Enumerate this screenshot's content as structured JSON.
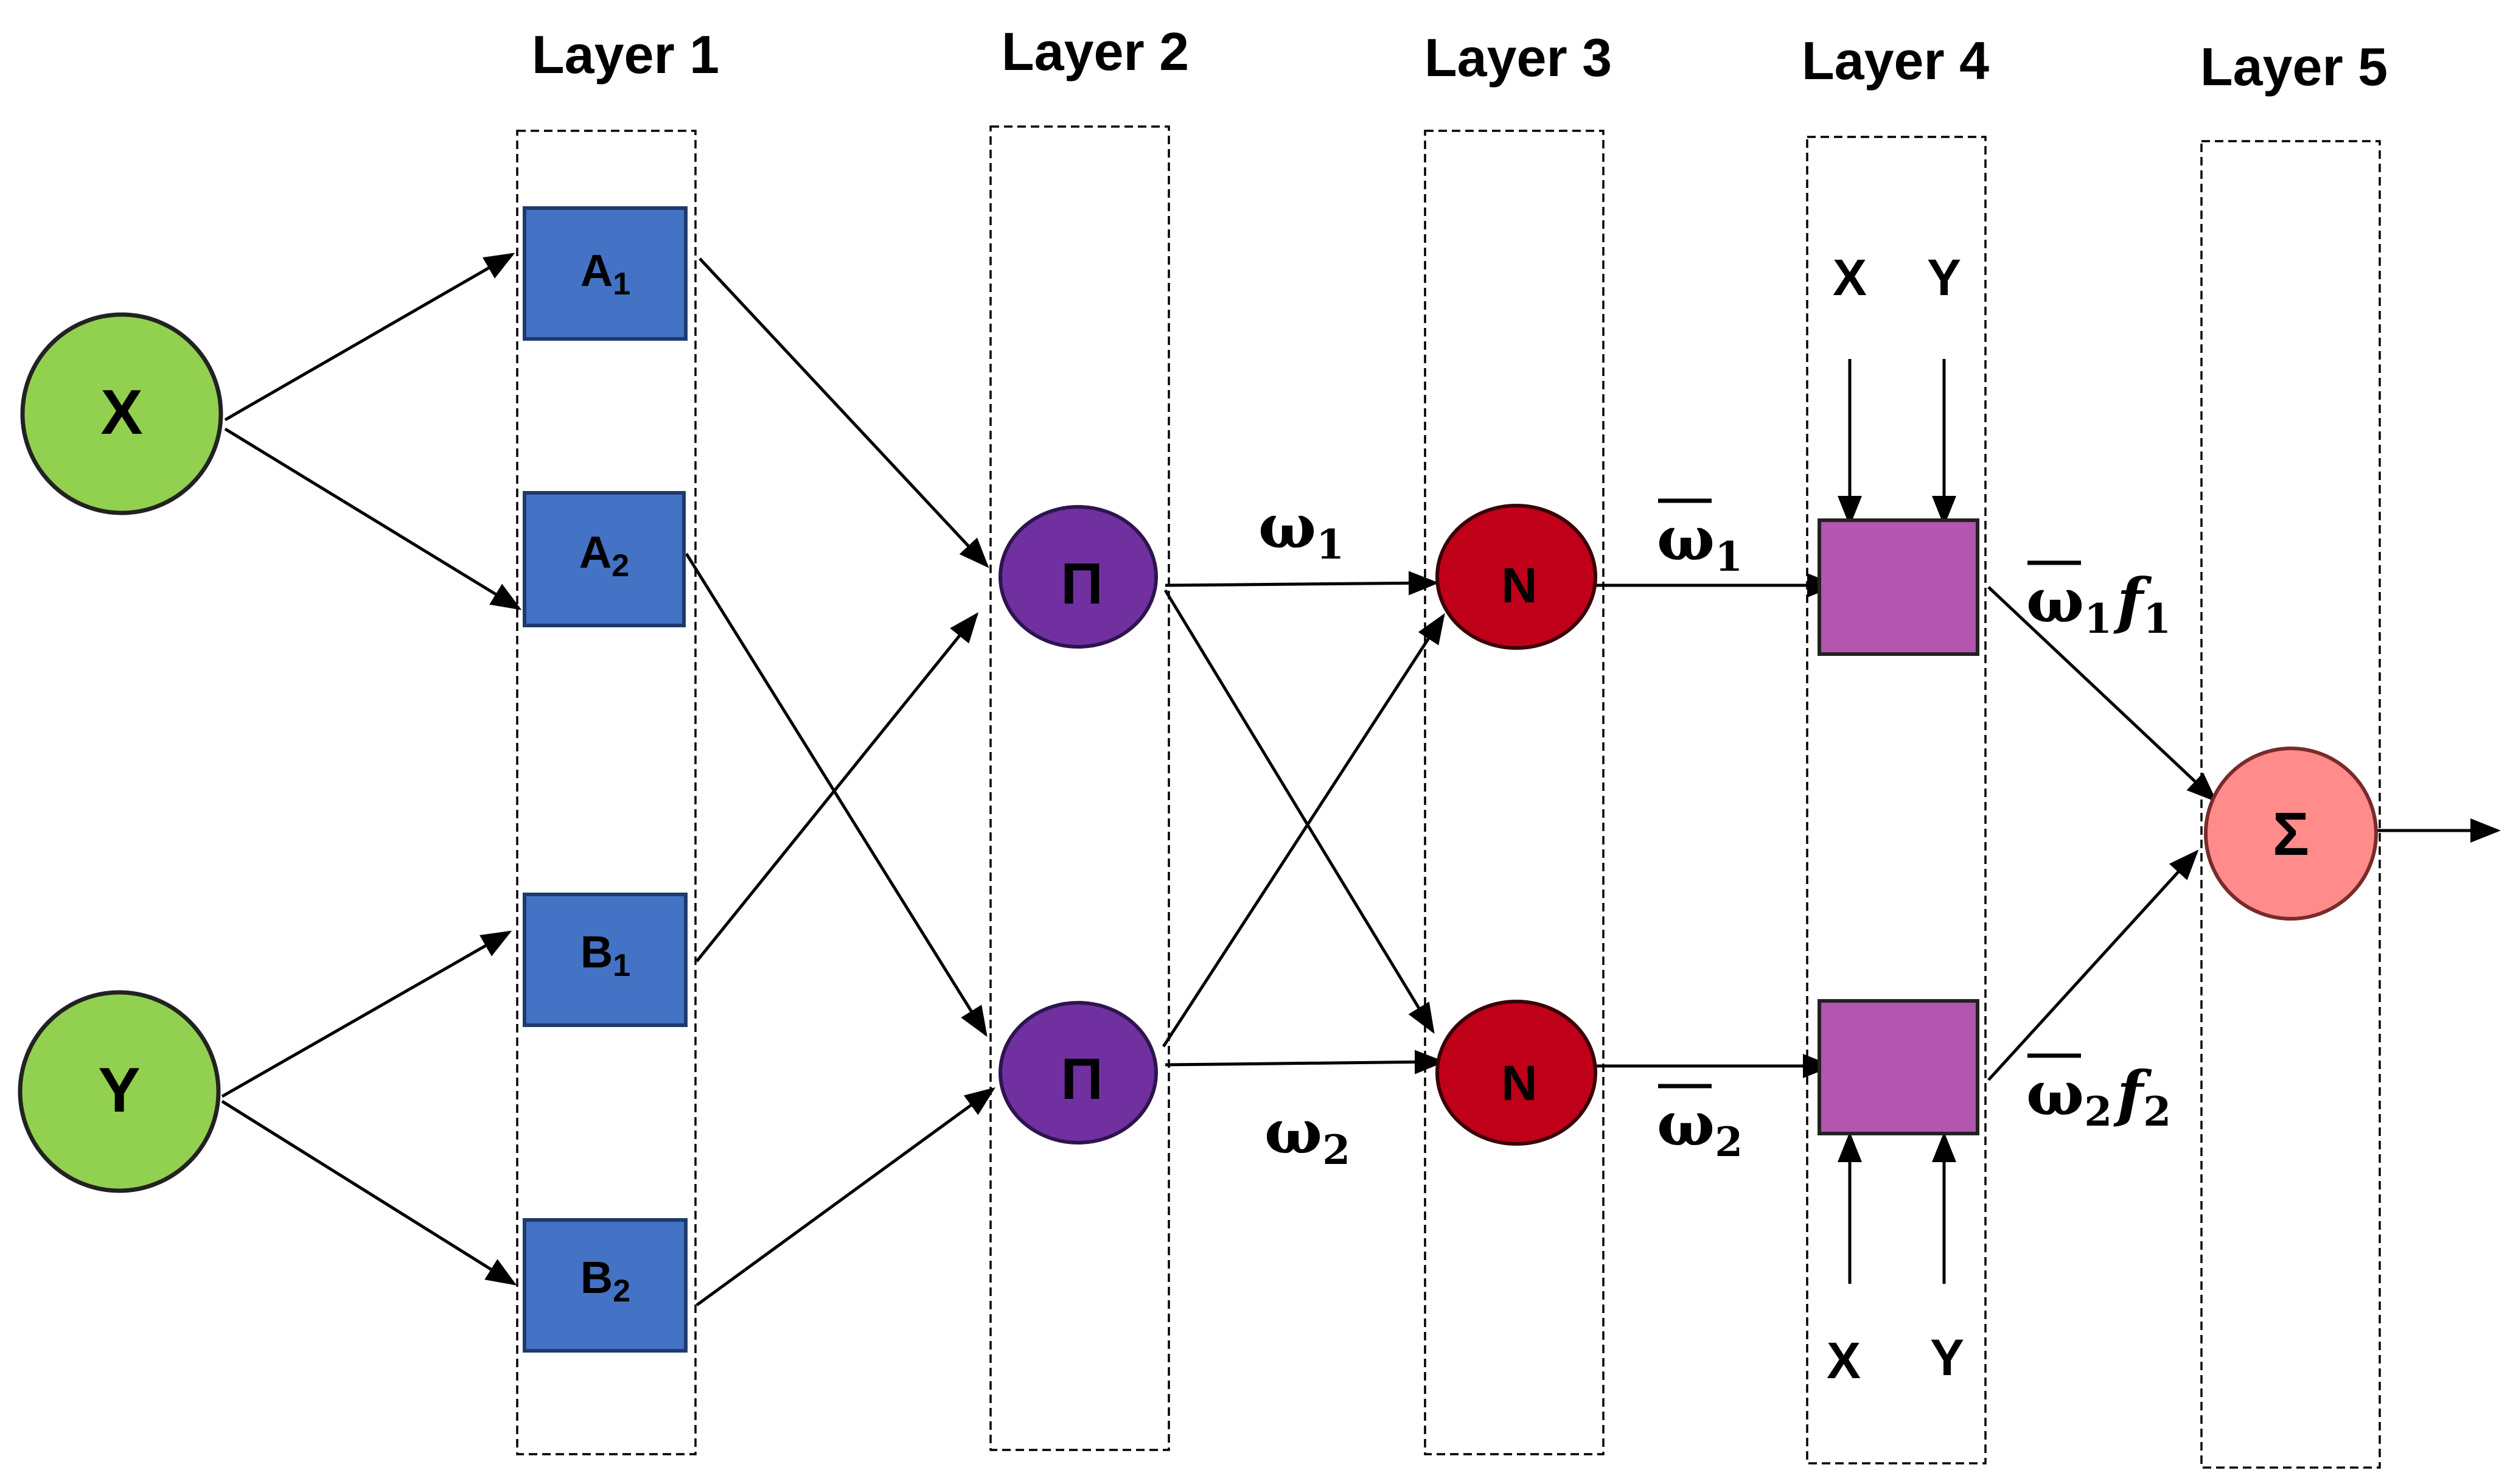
{
  "layers": [
    {
      "id": "layer-1",
      "title": "Layer 1"
    },
    {
      "id": "layer-2",
      "title": "Layer 2"
    },
    {
      "id": "layer-3",
      "title": "Layer 3"
    },
    {
      "id": "layer-4",
      "title": "Layer 4"
    },
    {
      "id": "layer-5",
      "title": "Layer 5"
    }
  ],
  "inputs": {
    "x": {
      "label": "X",
      "color": "#92D050"
    },
    "y": {
      "label": "Y",
      "color": "#92D050"
    }
  },
  "membership": {
    "color": "#4472C4",
    "a1": {
      "letter": "A",
      "sub": "1"
    },
    "a2": {
      "letter": "A",
      "sub": "2"
    },
    "b1": {
      "letter": "B",
      "sub": "1"
    },
    "b2": {
      "letter": "B",
      "sub": "2"
    }
  },
  "rule_nodes": {
    "label": "Π",
    "color": "#7030A0"
  },
  "norm_nodes": {
    "label": "N",
    "color": "#C00018"
  },
  "consequent_nodes": {
    "color": "#B455B0"
  },
  "sum_node": {
    "label": "Σ",
    "color": "#FF8B8B"
  },
  "weights": {
    "w1": {
      "symbol": "ω",
      "sub": "1"
    },
    "w2": {
      "symbol": "ω",
      "sub": "2"
    },
    "w1_bar": {
      "symbol": "ω",
      "sub": "1"
    },
    "w2_bar": {
      "symbol": "ω",
      "sub": "2"
    },
    "w1f1": {
      "symbol": "ω",
      "sub": "1",
      "f": "f",
      "f_sub": "1"
    },
    "w2f2": {
      "symbol": "ω",
      "sub": "2",
      "f": "f",
      "f_sub": "2"
    }
  },
  "layer4_inputs": {
    "top_x": "X",
    "top_y": "Y",
    "bottom_x": "X",
    "bottom_y": "Y"
  }
}
